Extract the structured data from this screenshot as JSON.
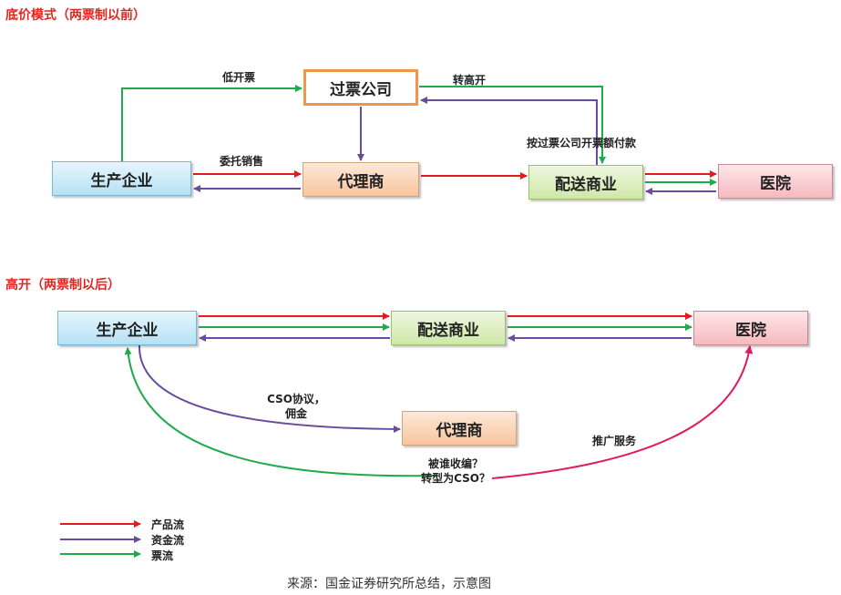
{
  "sections": {
    "top_title": "底价模式（两票制以前）",
    "bottom_title": "高开（两票制以后）"
  },
  "nodes": {
    "top_producer": "生产企业",
    "top_ticket_company": "过票公司",
    "top_agent": "代理商",
    "top_distributor": "配送商业",
    "top_hospital": "医院",
    "bottom_producer": "生产企业",
    "bottom_distributor": "配送商业",
    "bottom_hospital": "医院",
    "bottom_agent": "代理商"
  },
  "labels": {
    "low_invoice": "低开票",
    "high_invoice": "转高开",
    "consignment": "委托销售",
    "pay_by_invoice": "按过票公司开票额付款",
    "cso_line1": "CSO协议，",
    "cso_line2": "佣金",
    "promo_service": "推广服务",
    "question_line1": "被谁收编？",
    "question_line2": "转型为CSO？"
  },
  "legend": {
    "product_flow": "产品流",
    "fund_flow": "资金流",
    "invoice_flow": "票流"
  },
  "colors": {
    "product_flow": "#e41a1c",
    "fund_flow": "#6a4c9c",
    "invoice_flow": "#1faa4b",
    "hospital_arc": "#e0195c"
  },
  "source": "来源：国金证券研究所总结，示意图"
}
